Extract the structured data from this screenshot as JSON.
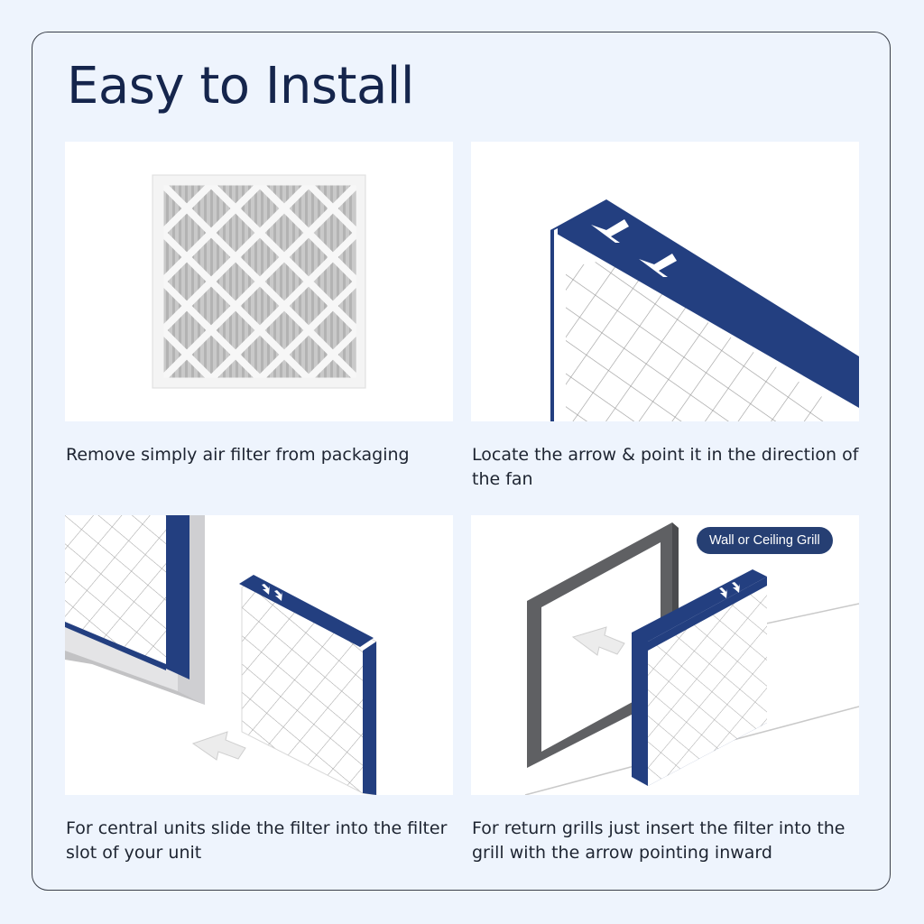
{
  "title": "Easy to Install",
  "steps": [
    {
      "caption": "Remove simply air filter from packaging"
    },
    {
      "caption": "Locate the arrow & point it in the direction of the fan"
    },
    {
      "caption": "For central units slide the filter into the filter slot of your unit"
    },
    {
      "caption": "For return grills just insert the filter into the grill with the arrow pointing inward",
      "badge": "Wall or Ceiling Grill"
    }
  ],
  "colors": {
    "background": "#eef4fd",
    "brand_blue": "#233f80",
    "title": "#15254c",
    "grill_gray": "#5f6063"
  },
  "icons": [
    "pleated-filter-icon",
    "airflow-arrow-icon",
    "filter-frame-icon",
    "hvac-unit-icon",
    "wall-grill-icon",
    "insert-arrow-icon"
  ]
}
